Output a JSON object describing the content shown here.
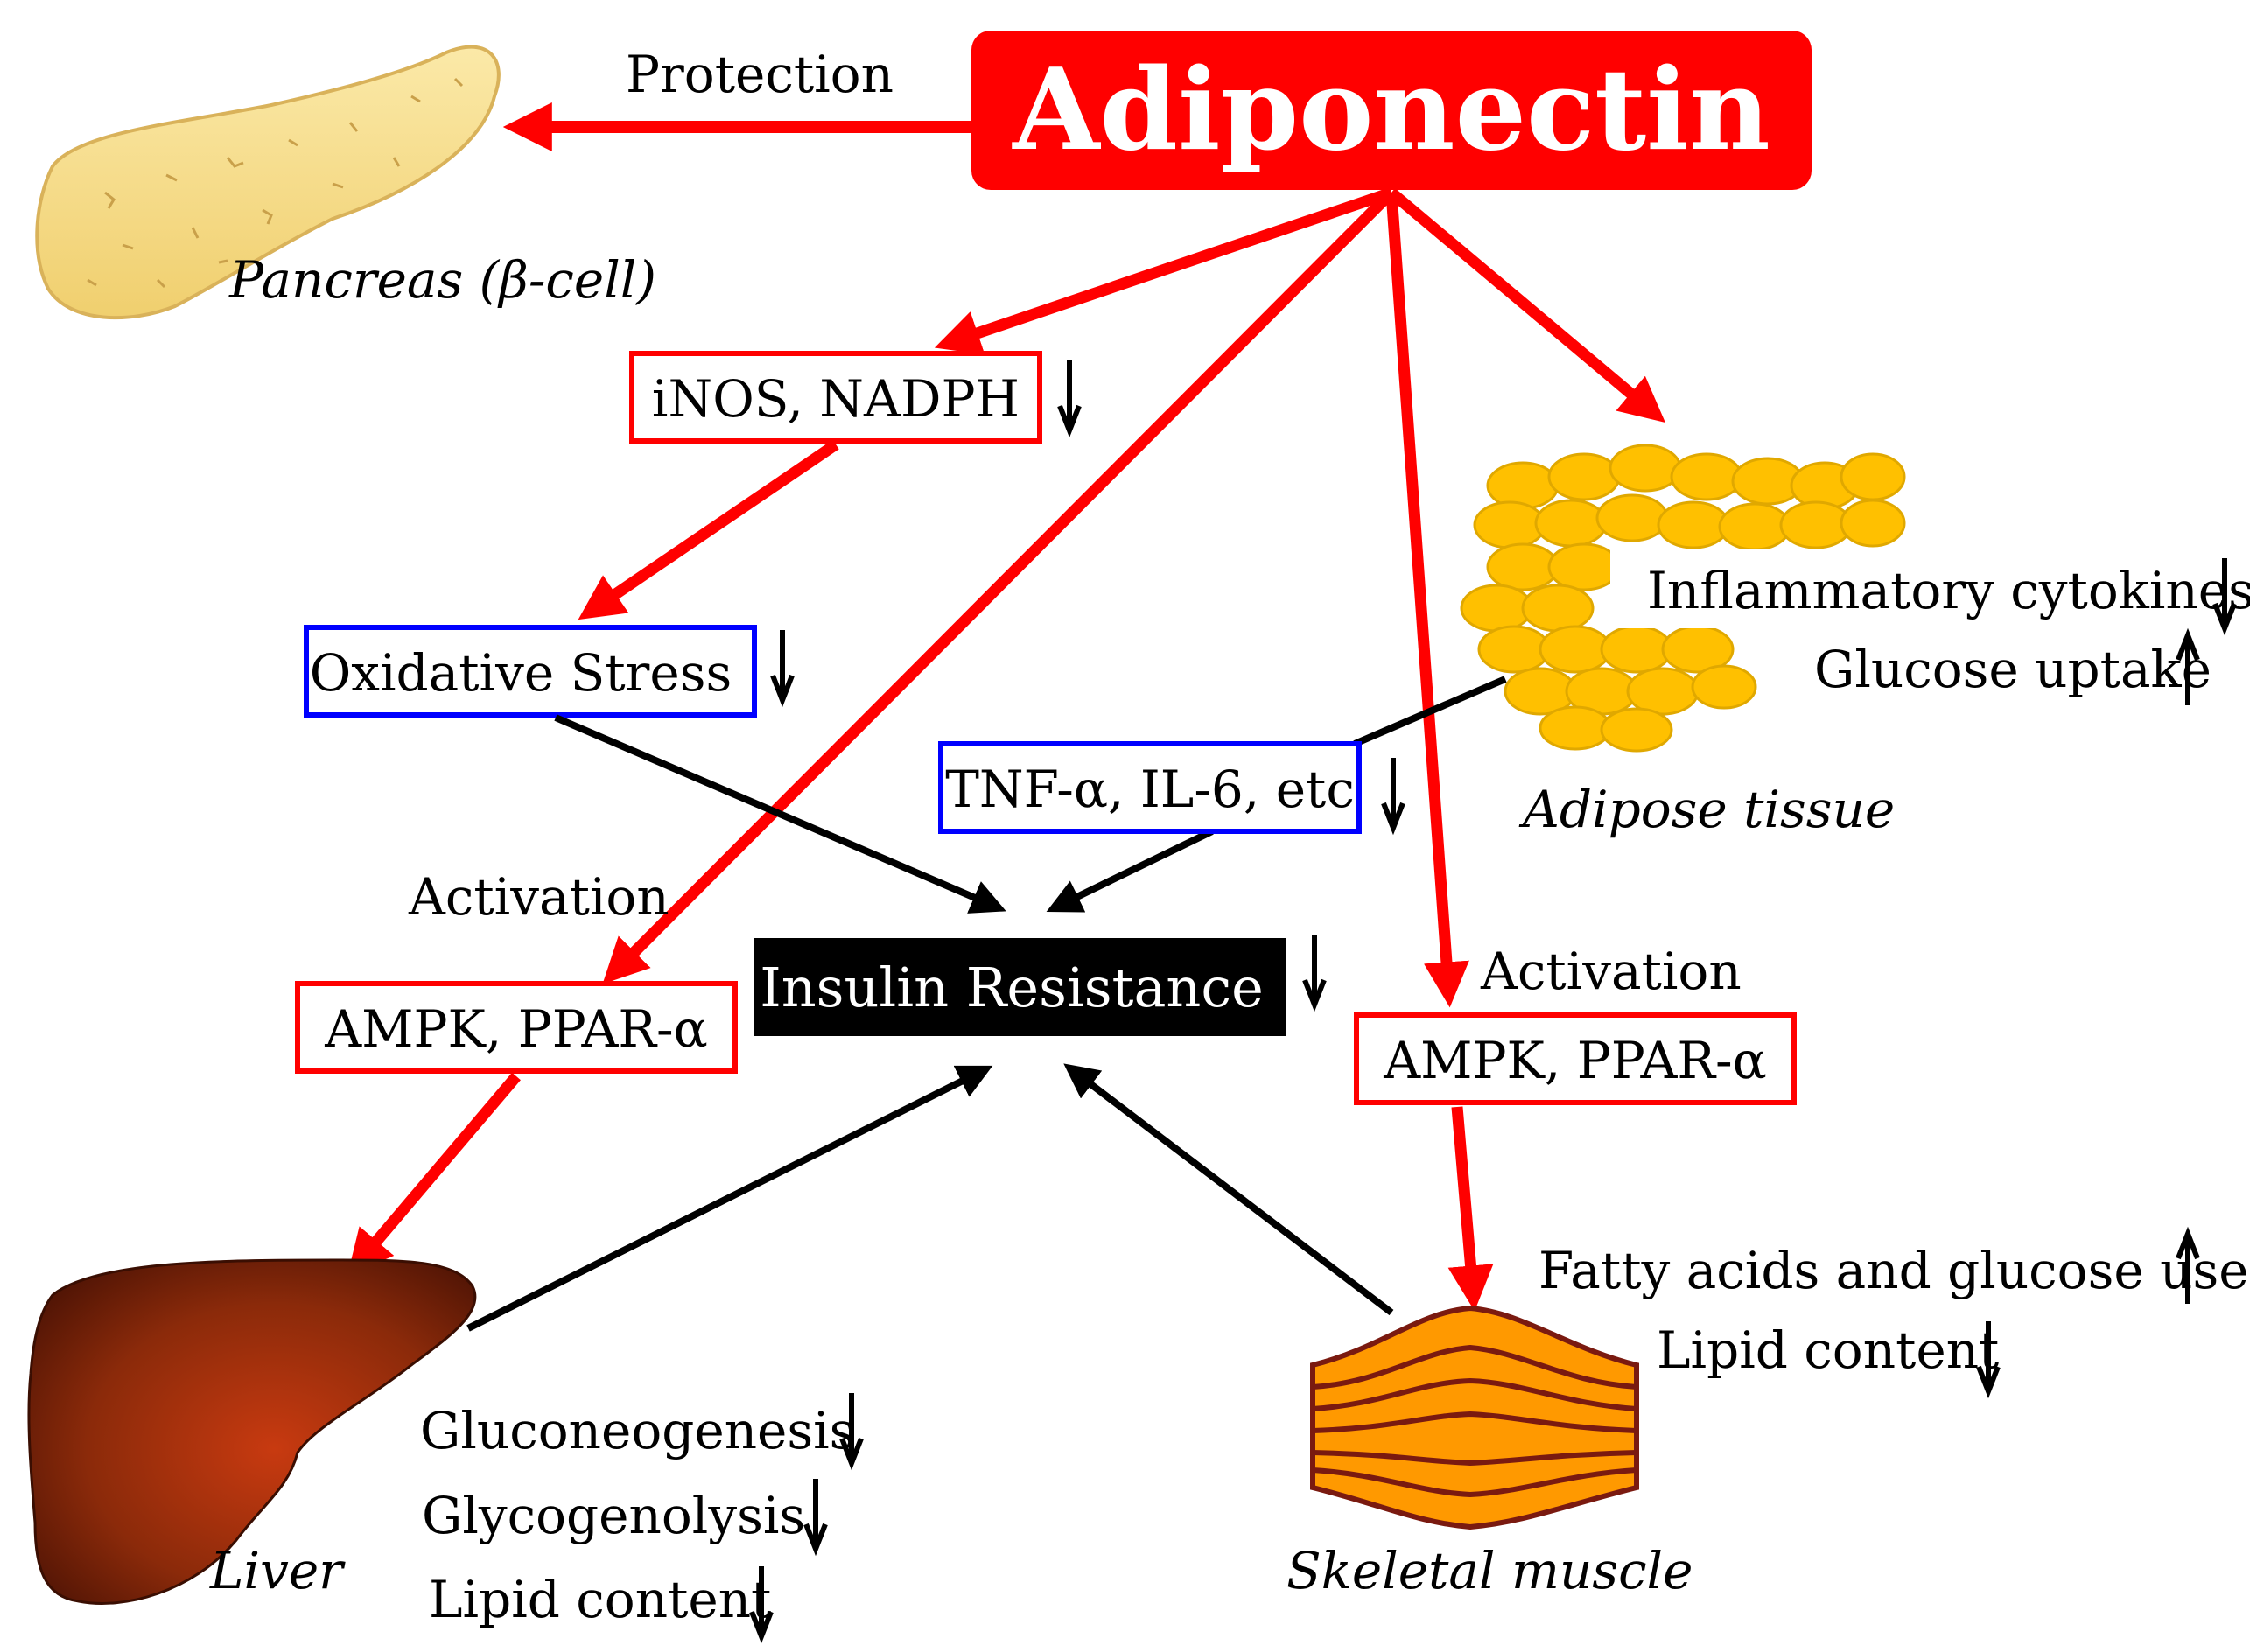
{
  "title": "Adiponectin",
  "protection_label": "Protection",
  "nodes": {
    "pancreas": "Pancreas (β-cell)",
    "inos": "iNOS, NADPH",
    "oxidative": "Oxidative Stress",
    "tnf": "TNF-α, IL-6, etc",
    "insulin": "Insulin Resistance",
    "ampk_left": "AMPK, PPAR-α",
    "ampk_right": "AMPK, PPAR-α",
    "activation_left": "Activation",
    "activation_right": "Activation",
    "adipose": "Adipose tissue",
    "liver": "Liver",
    "muscle": "Skeletal muscle"
  },
  "adipose_effects": [
    "Inflammatory cytokines",
    "Glucose uptake"
  ],
  "muscle_effects": [
    "Fatty acids and glucose use",
    "Lipid content"
  ],
  "liver_effects": [
    "Gluconeogenesis",
    "Glycogenolysis",
    "Lipid content"
  ],
  "colors": {
    "accent_red": "#ff0000",
    "box_blue": "#0000ff",
    "black": "#000000",
    "fat_yellow": "#ffc000",
    "liver_brown": "#8b2a0a",
    "pancreas": "#f6dc8c",
    "muscle_orange": "#ff9900"
  }
}
